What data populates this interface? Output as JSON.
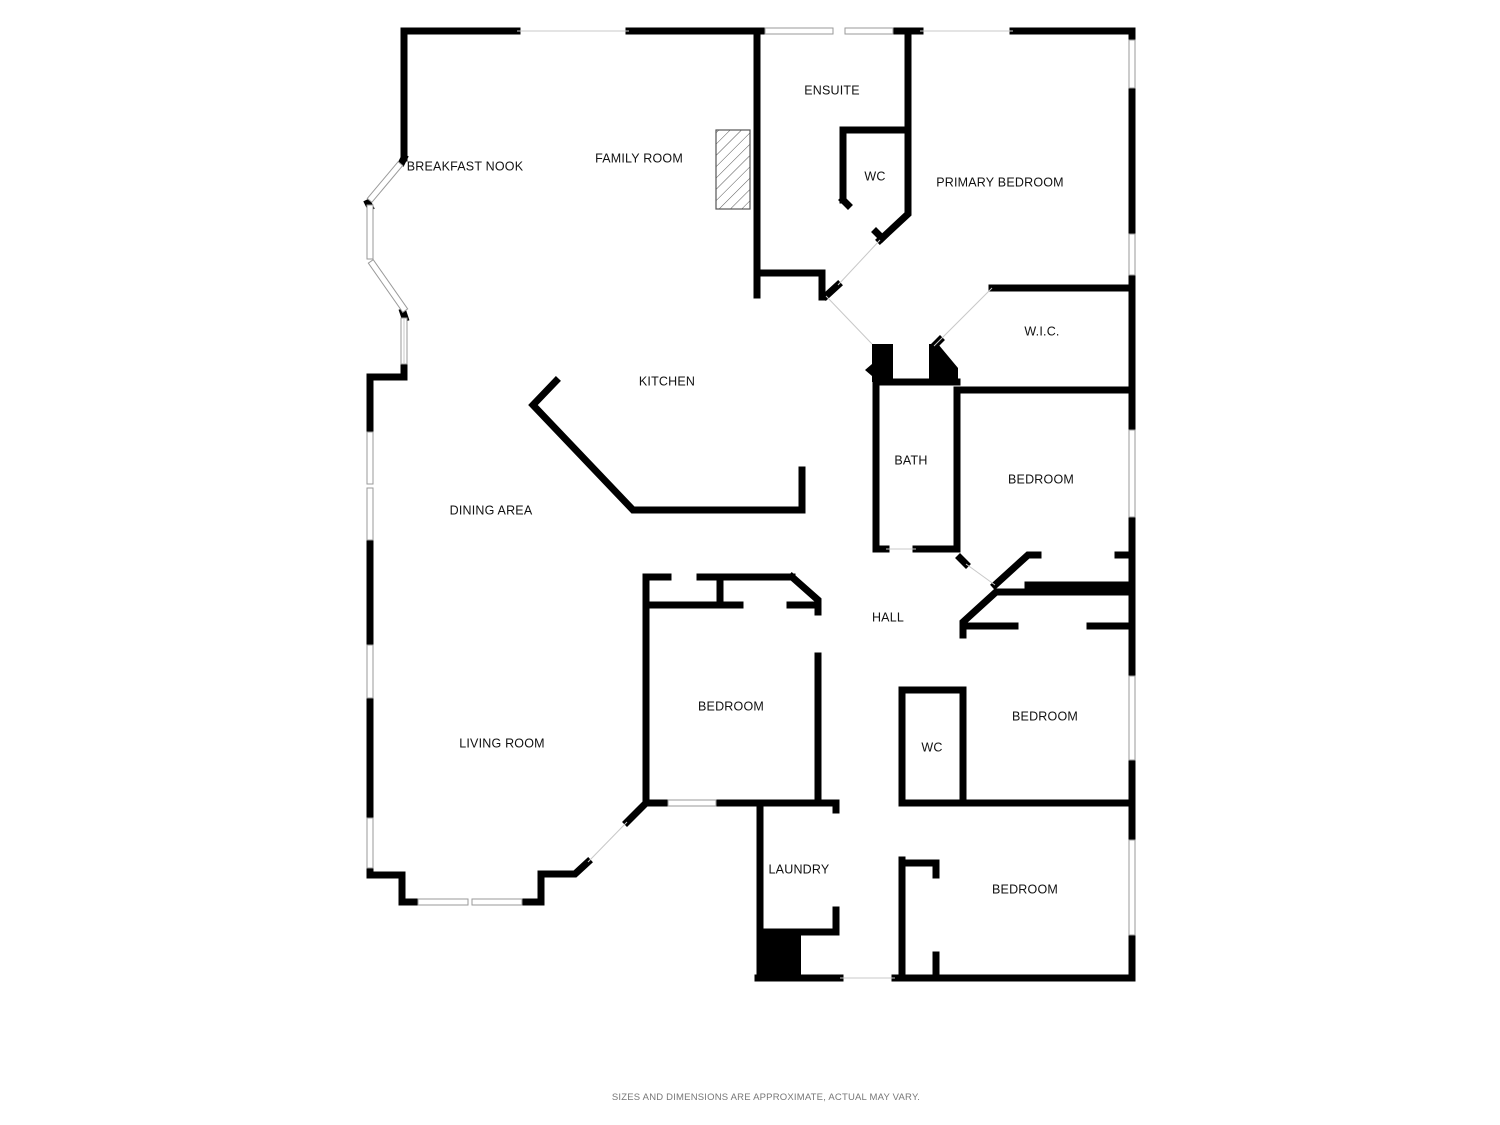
{
  "rooms": {
    "breakfast_nook": "BREAKFAST NOOK",
    "family_room": "FAMILY ROOM",
    "ensuite": "ENSUITE",
    "ensuite_wc": "WC",
    "primary_bedroom": "PRIMARY BEDROOM",
    "wic": "W.I.C.",
    "kitchen": "KITCHEN",
    "bath": "BATH",
    "bedroom_east_1": "BEDROOM",
    "dining_area": "DINING AREA",
    "hall": "HALL",
    "bedroom_center": "BEDROOM",
    "bedroom_east_2": "BEDROOM",
    "hall_wc": "WC",
    "living_room": "LIVING ROOM",
    "laundry": "LAUNDRY",
    "bedroom_southeast": "BEDROOM"
  },
  "footer": {
    "disclaimer": "SIZES AND DIMENSIONS ARE APPROXIMATE, ACTUAL MAY VARY."
  },
  "colors": {
    "wall": "#000000",
    "window_outline": "#9a9a9a",
    "background": "#ffffff"
  }
}
